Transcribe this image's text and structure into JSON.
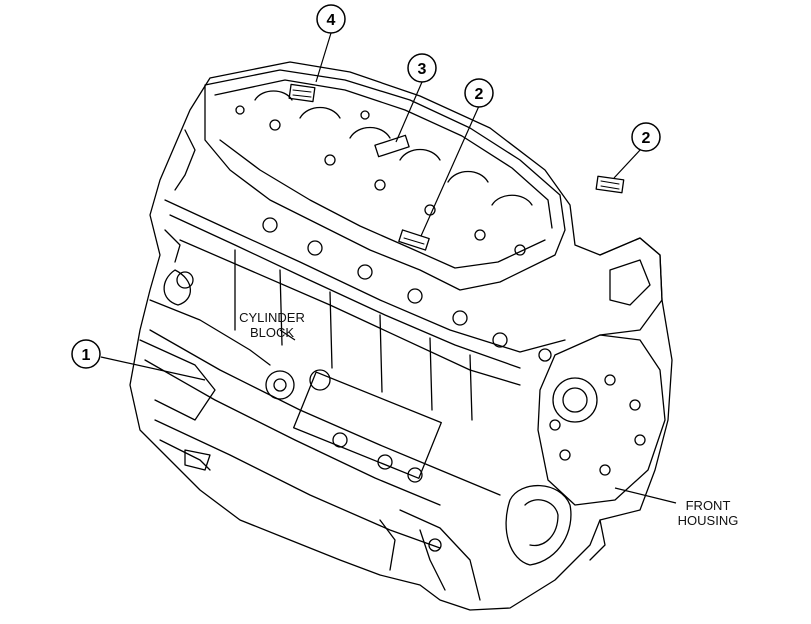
{
  "callouts": [
    {
      "id": "4",
      "text": "4"
    },
    {
      "id": "3",
      "text": "3"
    },
    {
      "id": "2a",
      "text": "2"
    },
    {
      "id": "2b",
      "text": "2"
    },
    {
      "id": "1",
      "text": "1"
    }
  ],
  "labels": {
    "cylinder_block_line1": "CYLINDER",
    "cylinder_block_line2": "BLOCK",
    "front_housing_line1": "FRONT",
    "front_housing_line2": "HOUSING"
  },
  "colors": {
    "ink": "#000000",
    "background": "#ffffff"
  }
}
